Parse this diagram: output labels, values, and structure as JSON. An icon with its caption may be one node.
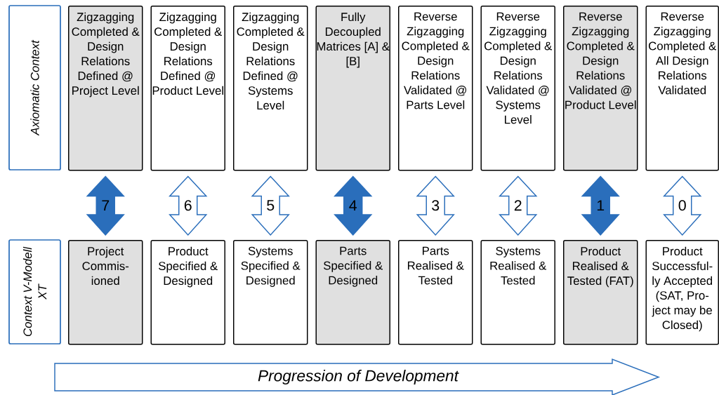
{
  "diagram": {
    "nodes": [
      {
        "text": [
          "Axiomatic Context"
        ]
      },
      {
        "text": [
          "Zigzagging Completed & Design Relations Defined @ Project Level"
        ]
      },
      {
        "text": [
          "Zigzagging Completed & Design Relations Defined @ Product Level"
        ]
      },
      {
        "text": [
          "Zigzagging Completed & Design Relations Defined @ Systems Level"
        ]
      },
      {
        "text": [
          "Fully Decoupled Matrices [A] & [B]"
        ]
      },
      {
        "text": [
          "Reverse Zigzagging Completed & Design Relations Validated @ Parts Level"
        ]
      },
      {
        "text": [
          "Reverse Zigzagging Completed & Design Relations Validated @ Systems Level"
        ]
      },
      {
        "text": [
          "Reverse Zigzagging Completed & Design Relations Validated @ Product Level"
        ]
      },
      {
        "text": [
          "Reverse Zigzagging Completed & All Design Relations Validated"
        ]
      },
      {
        "text": [
          "Context V-Modell XT"
        ]
      },
      {
        "text": [
          "Project Commis- ioned"
        ]
      },
      {
        "text": [
          "Product Specified & Designed"
        ]
      },
      {
        "text": [
          "Systems Specified & Designed"
        ]
      },
      {
        "text": [
          "Parts Specified & Designed"
        ]
      },
      {
        "text": [
          "Parts Realised & Tested"
        ]
      },
      {
        "text": [
          "Systems Realised & Tested"
        ]
      },
      {
        "text": [
          "Product Realised & Tested (FAT)"
        ]
      },
      {
        "text": [
          "Product Successful- ly Accepted (SAT, Pro- ject may be Closed)"
        ]
      },
      {
        "text": [
          "Progression of Development"
        ]
      }
    ],
    "edges": [
      {
        "from": 1,
        "to": 10,
        "arrow": "both",
        "label": "7",
        "style": "thick"
      },
      {
        "from": 2,
        "to": 11,
        "arrow": "both",
        "label": "6"
      },
      {
        "from": 3,
        "to": 12,
        "arrow": "both",
        "label": "5"
      },
      {
        "from": 4,
        "to": 13,
        "arrow": "both",
        "label": "4",
        "style": "thick"
      },
      {
        "from": 5,
        "to": 14,
        "arrow": "both",
        "label": "3"
      },
      {
        "from": 6,
        "to": 15,
        "arrow": "both",
        "label": "2"
      },
      {
        "from": 7,
        "to": 16,
        "arrow": "both",
        "label": "1",
        "style": "thick"
      },
      {
        "from": 8,
        "to": 17,
        "arrow": "both",
        "label": "0"
      }
    ]
  }
}
